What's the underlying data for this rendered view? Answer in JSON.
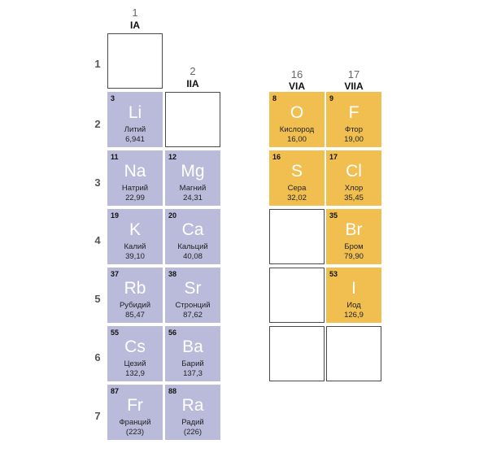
{
  "groups": [
    {
      "num": "1",
      "roman": "IA"
    },
    {
      "num": "2",
      "roman": "IIA"
    },
    {
      "num": "16",
      "roman": "VIA"
    },
    {
      "num": "17",
      "roman": "VIIA"
    }
  ],
  "periods": [
    "1",
    "2",
    "3",
    "4",
    "5",
    "6",
    "7"
  ],
  "elements": [
    {
      "number": "3",
      "symbol": "Li",
      "name": "Литий",
      "mass": "6,941"
    },
    {
      "number": "11",
      "symbol": "Na",
      "name": "Натрий",
      "mass": "22,99"
    },
    {
      "number": "19",
      "symbol": "K",
      "name": "Калий",
      "mass": "39,10"
    },
    {
      "number": "37",
      "symbol": "Rb",
      "name": "Рубидий",
      "mass": "85,47"
    },
    {
      "number": "55",
      "symbol": "Cs",
      "name": "Цезий",
      "mass": "132,9"
    },
    {
      "number": "87",
      "symbol": "Fr",
      "name": "Франций",
      "mass": "(223)"
    },
    {
      "number": "12",
      "symbol": "Mg",
      "name": "Магний",
      "mass": "24,31"
    },
    {
      "number": "20",
      "symbol": "Ca",
      "name": "Кальций",
      "mass": "40,08"
    },
    {
      "number": "38",
      "symbol": "Sr",
      "name": "Стронций",
      "mass": "87,62"
    },
    {
      "number": "56",
      "symbol": "Ba",
      "name": "Барий",
      "mass": "137,3"
    },
    {
      "number": "88",
      "symbol": "Ra",
      "name": "Радий",
      "mass": "(226)"
    },
    {
      "number": "8",
      "symbol": "O",
      "name": "Кислород",
      "mass": "16,00"
    },
    {
      "number": "16",
      "symbol": "S",
      "name": "Сера",
      "mass": "32,02"
    },
    {
      "number": "9",
      "symbol": "F",
      "name": "Фтор",
      "mass": "19,00"
    },
    {
      "number": "17",
      "symbol": "Cl",
      "name": "Хлор",
      "mass": "35,45"
    },
    {
      "number": "35",
      "symbol": "Br",
      "name": "Бром",
      "mass": "79,90"
    },
    {
      "number": "53",
      "symbol": "I",
      "name": "Иод",
      "mass": "126,9"
    }
  ],
  "colors": {
    "alkali": "#babbdb",
    "halogen_chalcogen": "#f0bf50",
    "empty_border": "#4a4a4a"
  }
}
